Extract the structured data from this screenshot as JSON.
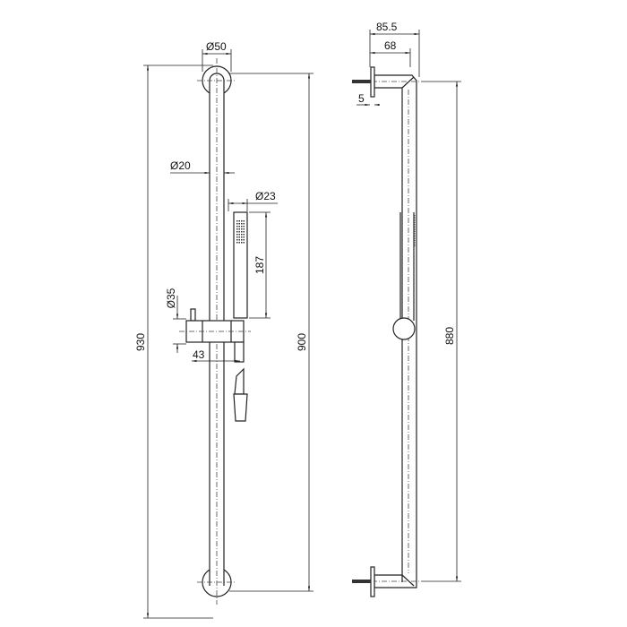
{
  "dimensions": {
    "total_height": "930",
    "rail_length": "900",
    "bracket_spacing": "880",
    "wall_plate_diameter": "Ø50",
    "rail_diameter": "Ø20",
    "hand_shower_diameter": "Ø23",
    "hand_shower_length": "187",
    "holder_diameter": "Ø35",
    "holder_projection": "43",
    "total_projection": "85.5",
    "bracket_projection": "68",
    "plate_thickness": "5"
  }
}
